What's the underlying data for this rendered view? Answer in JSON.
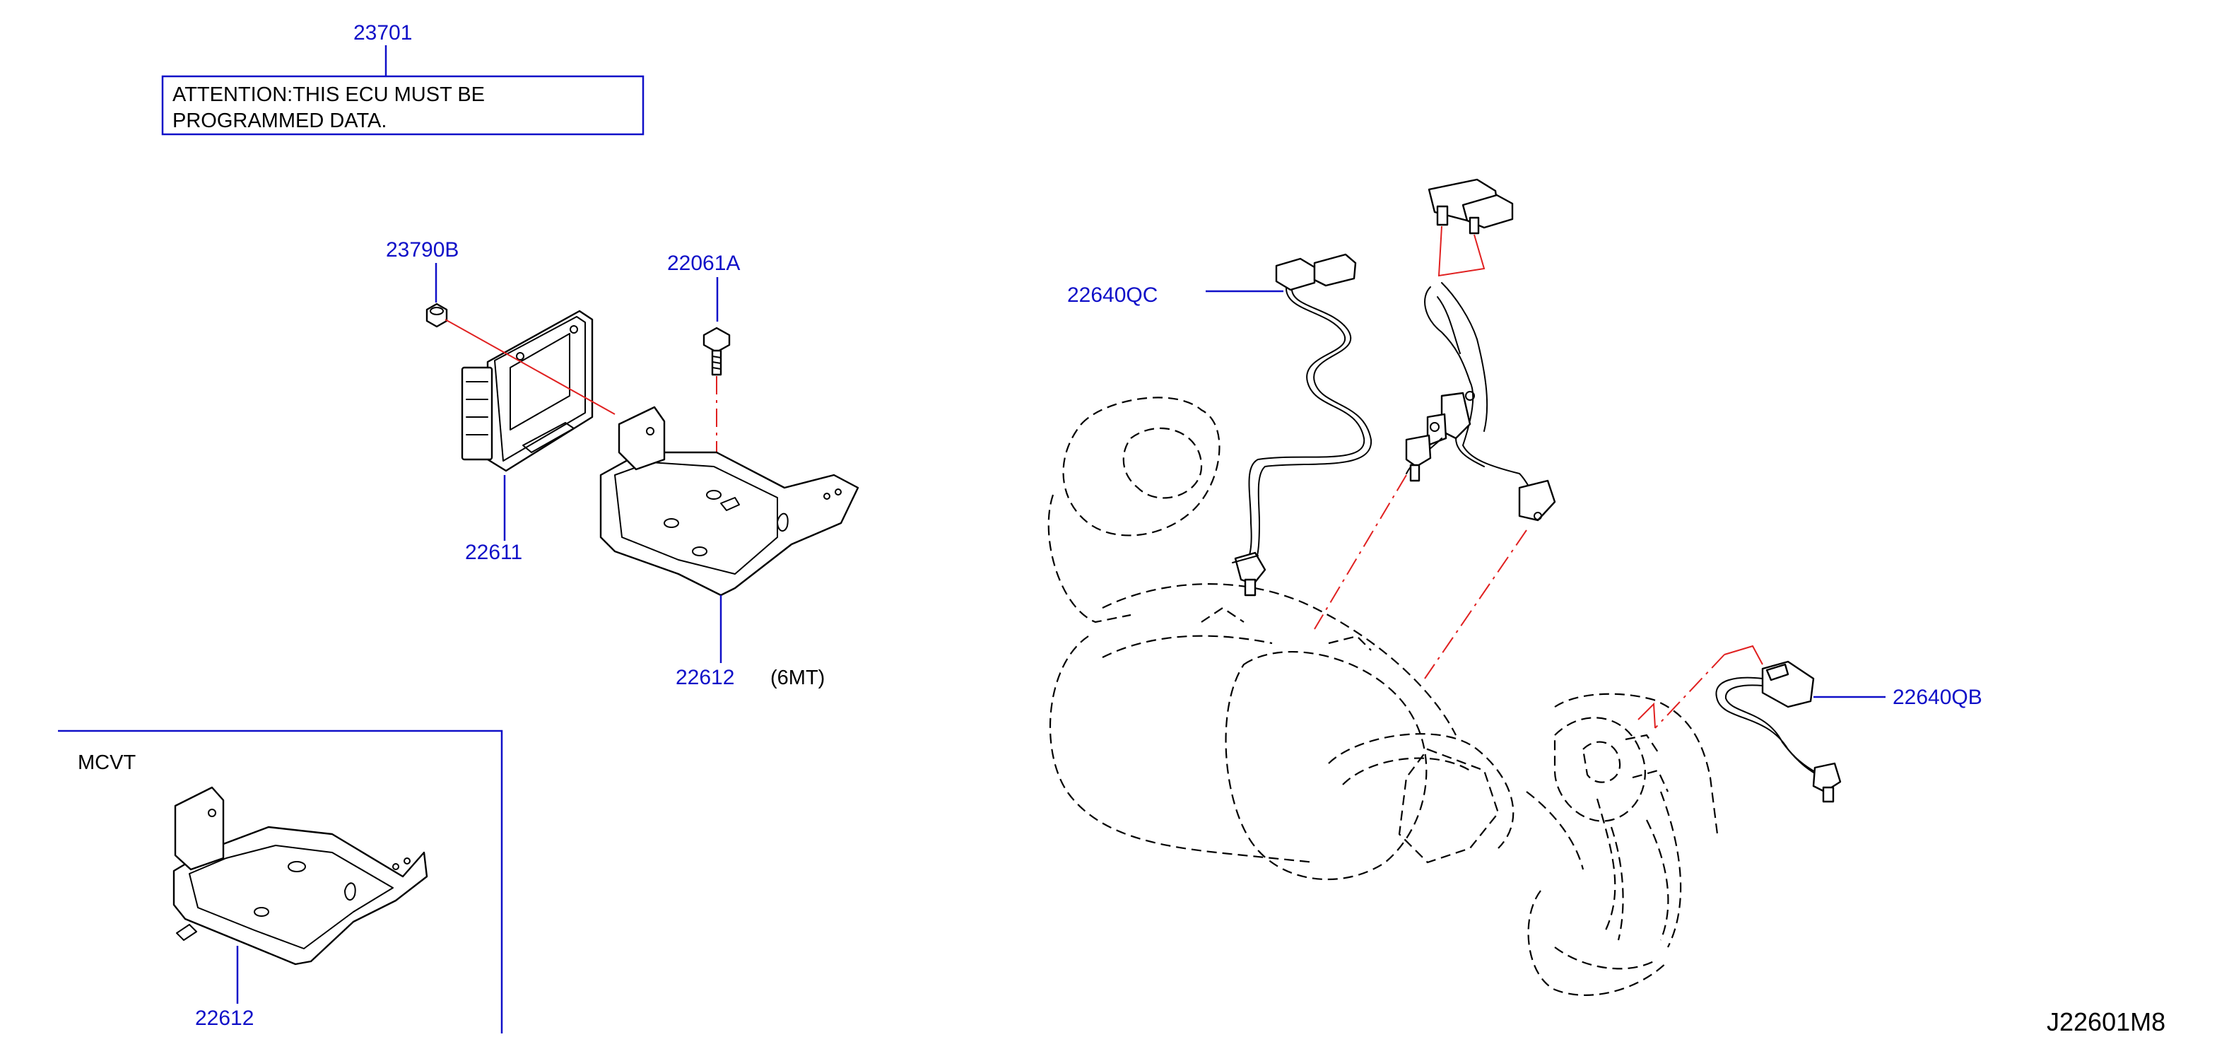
{
  "callouts": {
    "c23701": "23701",
    "c23790b": "23790B",
    "c22061a": "22061A",
    "c22611": "22611",
    "c22612_6mt": "22612",
    "c6mt": "(6MT)",
    "c22640qc": "22640QC",
    "c22640qb": "22640QB",
    "c22612_mcvt": "22612"
  },
  "note": {
    "line1": "ATTENTION:THIS   ECU   MUST   BE",
    "line2": "PROGRAMMED   DATA."
  },
  "inset": {
    "label": "MCVT"
  },
  "diagram_code": "J22601M8",
  "colors": {
    "callout": "#1010c8",
    "alignment_line": "#e02020",
    "line_art": "#000000"
  }
}
